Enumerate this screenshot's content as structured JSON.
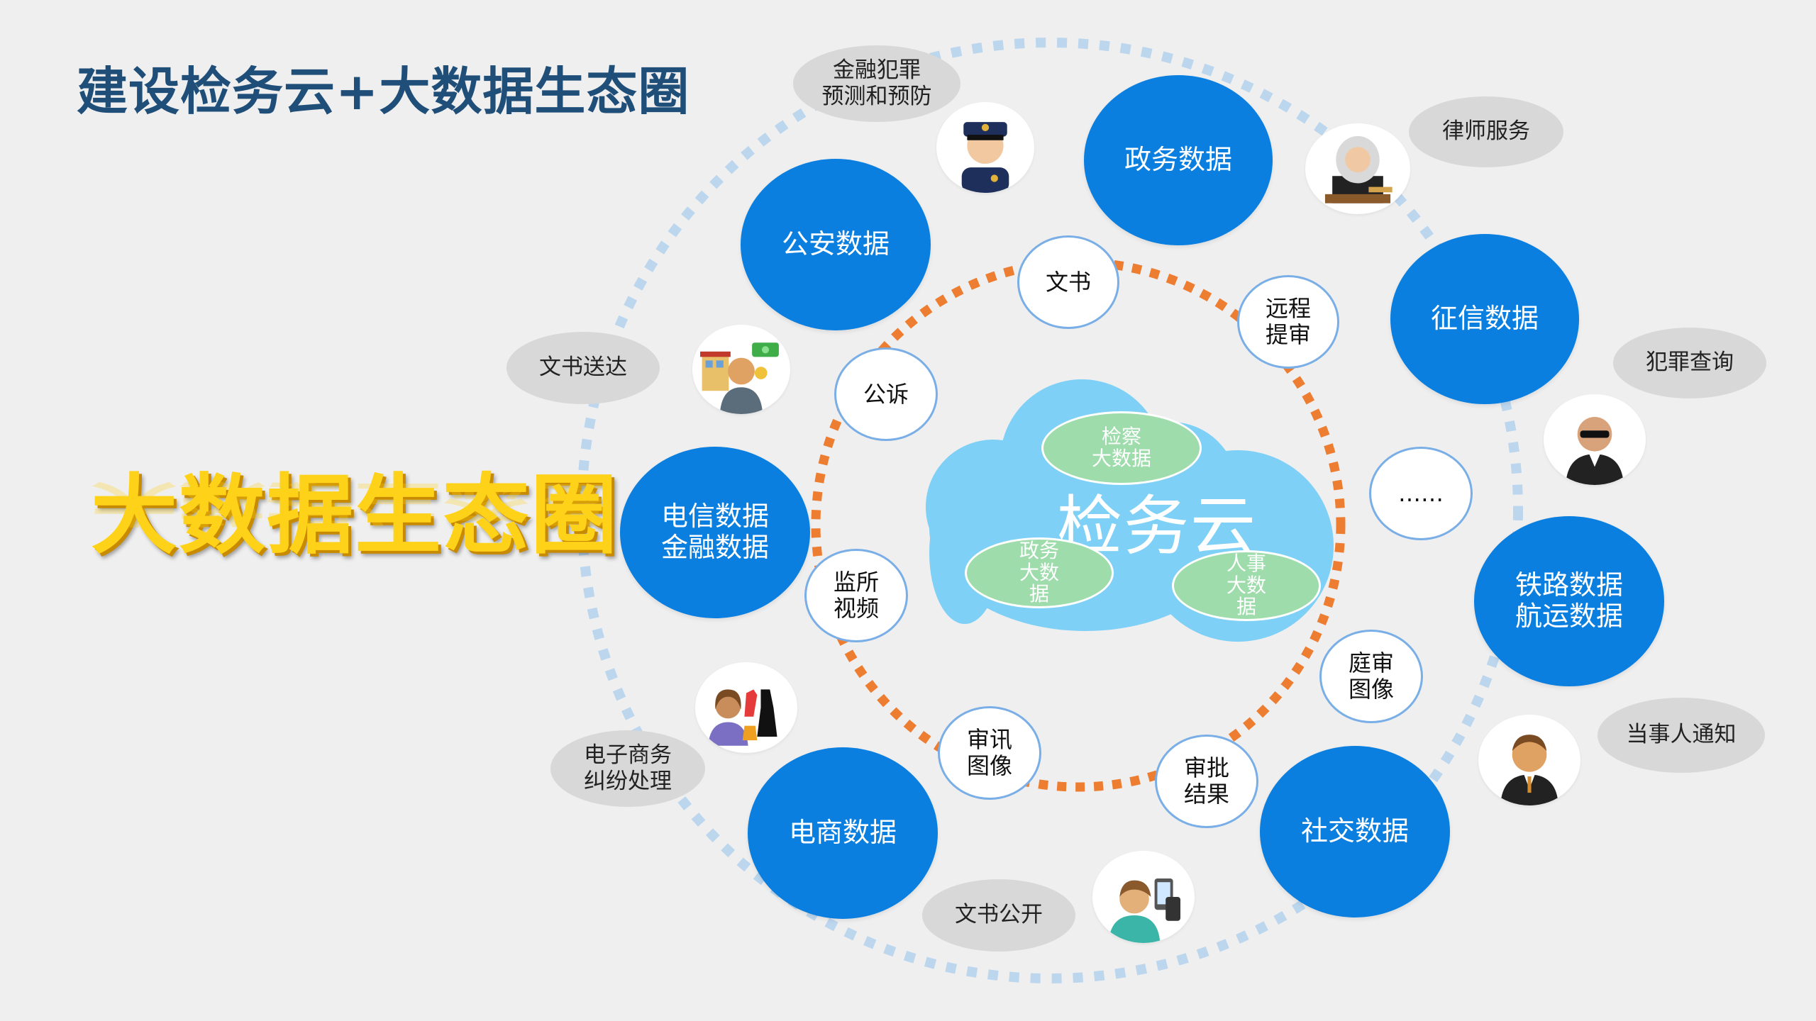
{
  "title": "建设检务云+大数据生态圈",
  "big_title": "大数据生态圈",
  "core": {
    "label": "检务云",
    "sub_bubbles": [
      "检察\n大数据",
      "政务\n大数\n据",
      "人事\n大数\n据"
    ]
  },
  "data_sources": [
    "政务数据",
    "征信数据",
    "铁路数据\n航运数据",
    "社交数据",
    "电商数据",
    "电信数据\n金融数据",
    "公安数据"
  ],
  "ring_items": [
    "文书",
    "远程\n提审",
    "……",
    "庭审\n图像",
    "审批\n结果",
    "审讯\n图像",
    "监所\n视频",
    "公诉"
  ],
  "services": [
    "金融犯罪\n预测和预防",
    "律师服务",
    "犯罪查询",
    "当事人通知",
    "文书公开",
    "电子商务\n纠纷处理",
    "文书送达"
  ],
  "icons": [
    "police-icon",
    "judge-icon",
    "suspect-icon",
    "client-icon",
    "ecommerce-user-icon",
    "shopping-clothes-icon",
    "delivery-person-icon"
  ],
  "colors": {
    "title": "#1f4e79",
    "big_title": "#ffd21a",
    "data_bubble": "#0b7fe0",
    "cloud": "#7ed0f7",
    "inner_ring": "#ed7d31",
    "outer_ring": "#bcd6ee",
    "service_bubble": "#d8d8d8",
    "green_bubble": "#9edcab"
  }
}
